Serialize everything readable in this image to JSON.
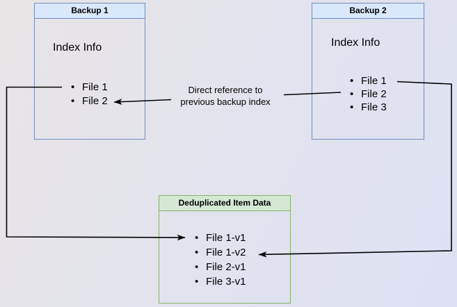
{
  "colors": {
    "page_bg_start": "#e8e5e6",
    "page_bg_end": "#dde1f3",
    "backup_header_fill": "#dae8fc",
    "backup_border": "#6c8ebf",
    "dedup_header_fill": "#d5e8d4",
    "dedup_border": "#82b366",
    "connector": "#000000",
    "text": "#000000"
  },
  "boxes": {
    "backup1": {
      "title": "Backup 1",
      "heading": "Index Info",
      "items": [
        "File 1",
        "File 2"
      ]
    },
    "backup2": {
      "title": "Backup 2",
      "heading": "Index Info",
      "items": [
        "File 1",
        "File 2",
        "File 3"
      ]
    },
    "dedup": {
      "title": "Deduplicated Item Data",
      "items": [
        "File 1-v1",
        "File 1-v2",
        "File 2-v1",
        "File 3-v1"
      ]
    }
  },
  "annotations": {
    "direct_reference_lines": [
      "Direct reference to",
      "previous backup index"
    ]
  }
}
